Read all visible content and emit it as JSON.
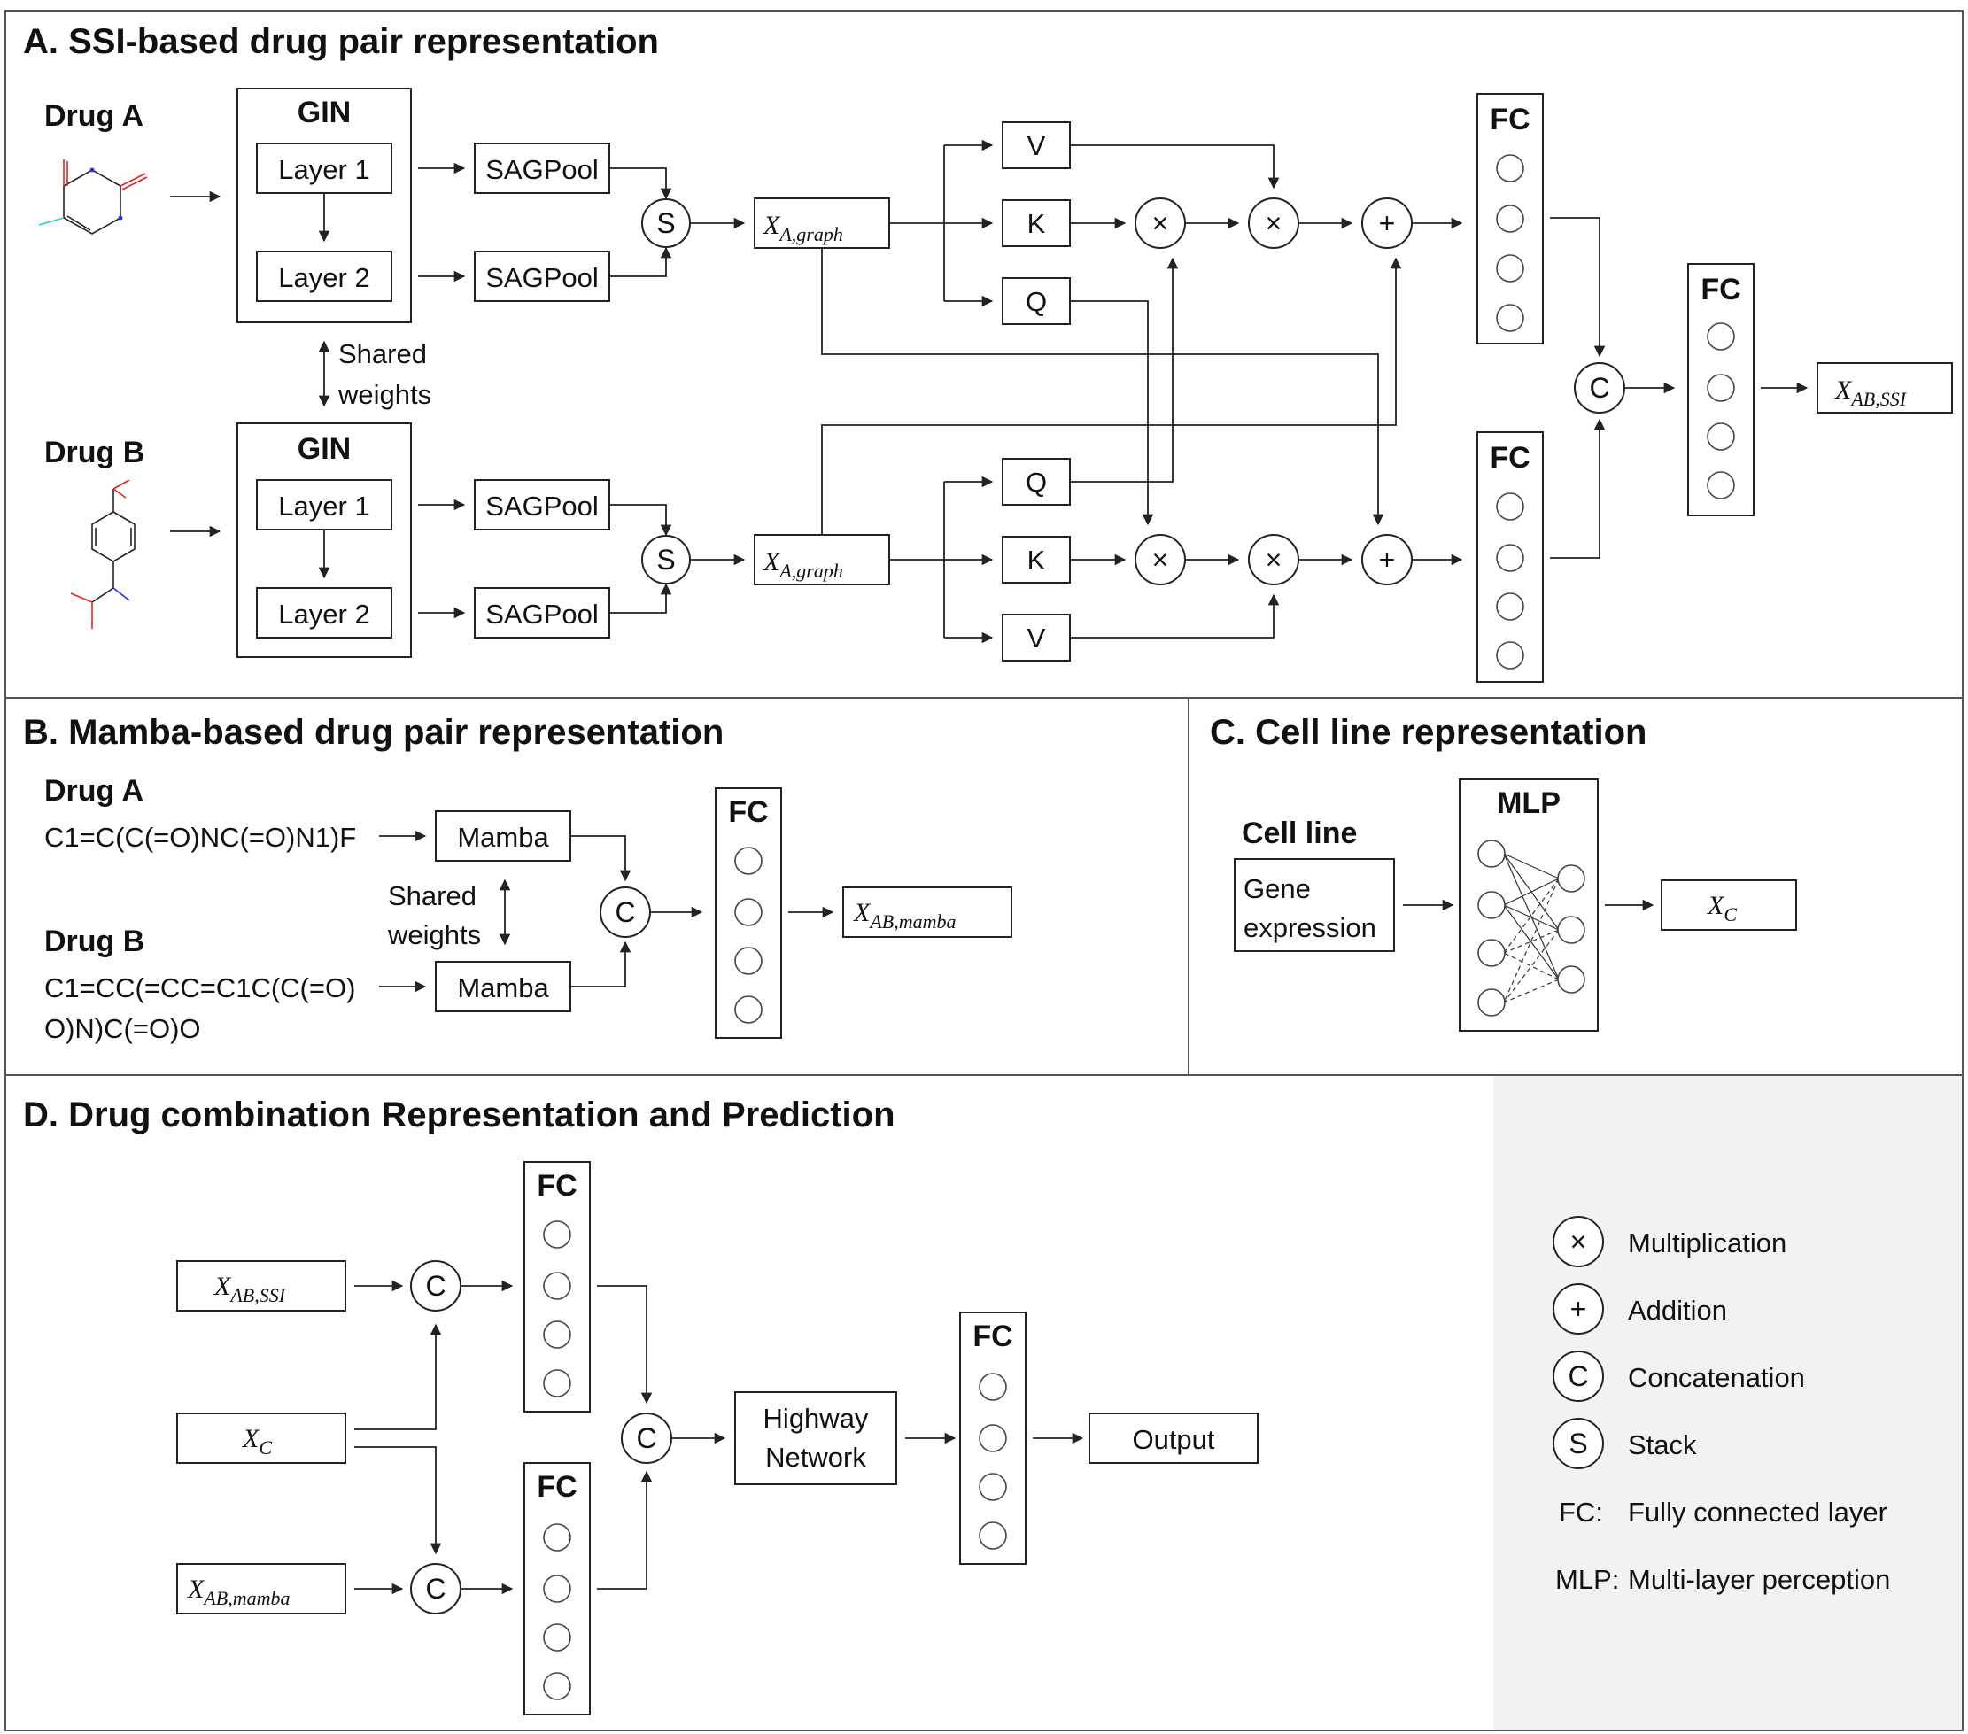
{
  "panels": {
    "a_title": "A. SSI-based drug pair representation",
    "b_title": "B. Mamba-based drug pair representation",
    "c_title": "C. Cell line representation",
    "d_title": "D. Drug combination Representation and Prediction"
  },
  "panel_a": {
    "drug_a": "Drug A",
    "drug_b": "Drug B",
    "gin": "GIN",
    "layer1": "Layer 1",
    "layer2": "Layer 2",
    "sagpool": "SAGPool",
    "shared_1": "Shared",
    "shared_2": "weights",
    "stack": "S",
    "x_graph_main": "X",
    "x_graph_sub": "A,graph",
    "v": "V",
    "k": "K",
    "q": "Q",
    "mult": "×",
    "add": "+",
    "fc": "FC",
    "concat": "C",
    "x_ssi_main": "X",
    "x_ssi_sub": "AB,SSI"
  },
  "panel_b": {
    "drug_a": "Drug A",
    "smiles_a": "C1=C(C(=O)NC(=O)N1)F",
    "drug_b": "Drug B",
    "smiles_b_1": "C1=CC(=CC=C1C(C(=O)",
    "smiles_b_2": "O)N)C(=O)O",
    "mamba": "Mamba",
    "shared_1": "Shared",
    "shared_2": "weights",
    "concat": "C",
    "fc": "FC",
    "x_mamba_main": "X",
    "x_mamba_sub": "AB,mamba"
  },
  "panel_c": {
    "cell_line": "Cell line",
    "gene_1": "Gene",
    "gene_2": "expression",
    "mlp": "MLP",
    "xc_main": "X",
    "xc_sub": "C"
  },
  "panel_d": {
    "x_ssi_main": "X",
    "x_ssi_sub": "AB,SSI",
    "xc_main": "X",
    "xc_sub": "C",
    "x_mamba_main": "X",
    "x_mamba_sub": "AB,mamba",
    "concat": "C",
    "fc": "FC",
    "highway_1": "Highway",
    "highway_2": "Network",
    "output": "Output"
  },
  "legend": {
    "mult_sym": "×",
    "mult_label": "Multiplication",
    "add_sym": "+",
    "add_label": "Addition",
    "concat_sym": "C",
    "concat_label": "Concatenation",
    "stack_sym": "S",
    "stack_label": "Stack",
    "fc_key": "FC:",
    "fc_label": "Fully connected layer",
    "mlp_key": "MLP:",
    "mlp_label": "Multi-layer perception"
  },
  "colors": {
    "legend_bg": "#f2f2f2",
    "line": "#222222",
    "atom_o": "#e0271f",
    "atom_n": "#3030d8",
    "atom_f": "#38c6c6"
  }
}
